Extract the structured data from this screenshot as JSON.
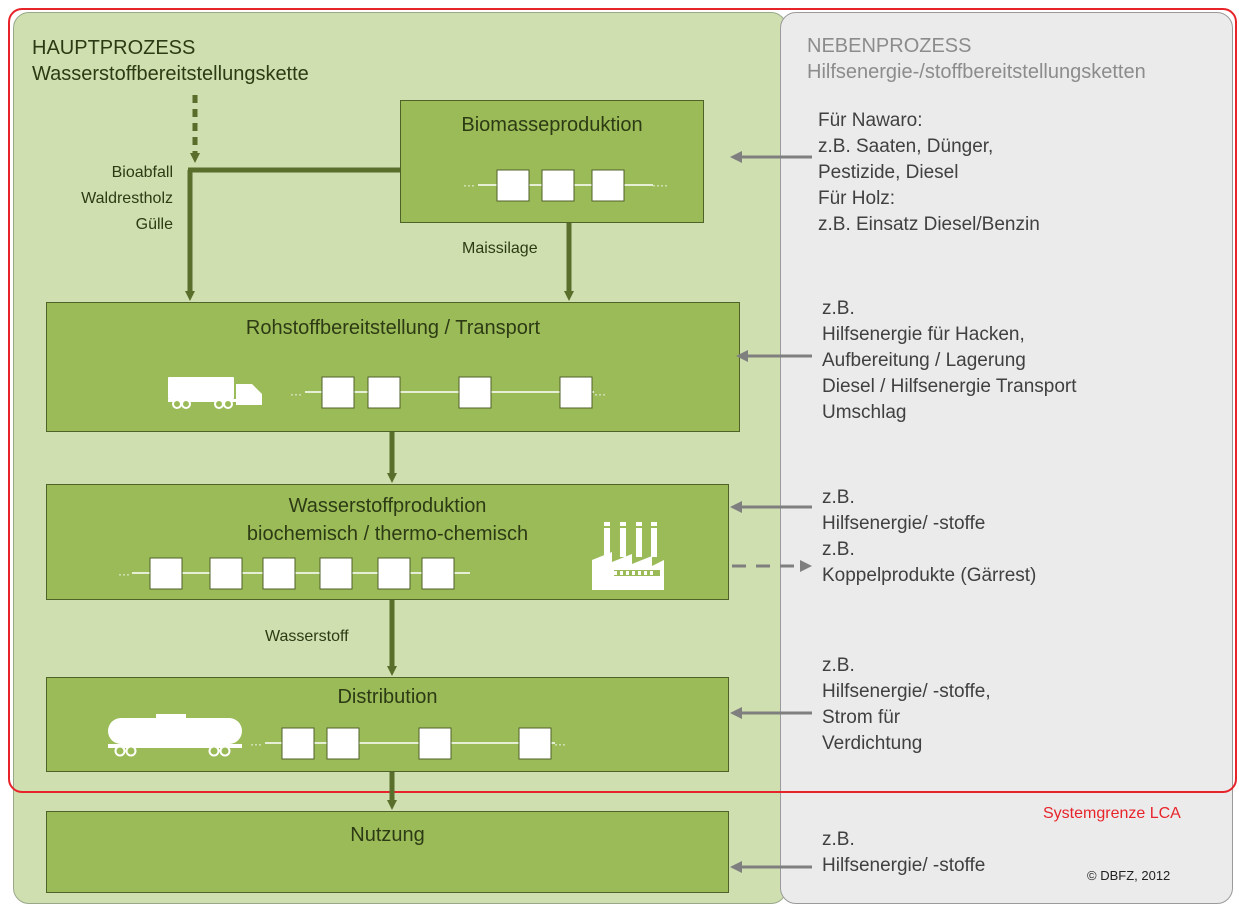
{
  "main": {
    "header": "HAUPTPROZESS",
    "subheader": "Wasserstoffbereitstellungskette",
    "inputs": [
      "Bioabfall",
      "Waldrestholz",
      "Gülle"
    ],
    "boxes": {
      "biomass": "Biomasseproduktion",
      "raw": "Rohstoffbereitstellung / Transport",
      "h2_line1": "Wasserstoffproduktion",
      "h2_line2": "biochemisch / thermo-chemisch",
      "distribution": "Distribution",
      "use": "Nutzung"
    },
    "flows": {
      "maize": "Maissilage",
      "hydrogen": "Wasserstoff"
    }
  },
  "side": {
    "header": "NEBENPROZESS",
    "subheader": "Hilfsenergie-/stoffbereitstellungsketten",
    "biomass_inputs": [
      "Für Nawaro:",
      "z.B. Saaten, Dünger,",
      "Pestizide, Diesel",
      "Für Holz:",
      "z.B. Einsatz Diesel/Benzin"
    ],
    "raw_inputs": [
      "z.B.",
      "Hilfsenergie für  Hacken,",
      "Aufbereitung / Lagerung",
      "Diesel / Hilfsenergie Transport",
      "Umschlag"
    ],
    "h2_inputs": [
      "z.B.",
      "Hilfsenergie/ -stoffe",
      "z.B.",
      "Koppelprodukte (Gärrest)"
    ],
    "dist_inputs": [
      "z.B.",
      "Hilfsenergie/ -stoffe,",
      "Strom für",
      "Verdichtung"
    ],
    "use_inputs": [
      "z.B.",
      "Hilfsenergie/ -stoffe"
    ]
  },
  "system_boundary": "Systemgrenze LCA",
  "copyright": "© DBFZ, 2012",
  "colors": {
    "main_panel": "#cfdfaf",
    "box_fill": "#9bbb59",
    "box_border": "#4f6228",
    "arrow_green": "#5a6e2c",
    "side_panel": "#ebebeb",
    "arrow_gray": "#7f7f7f",
    "boundary_red": "#e8242b"
  }
}
